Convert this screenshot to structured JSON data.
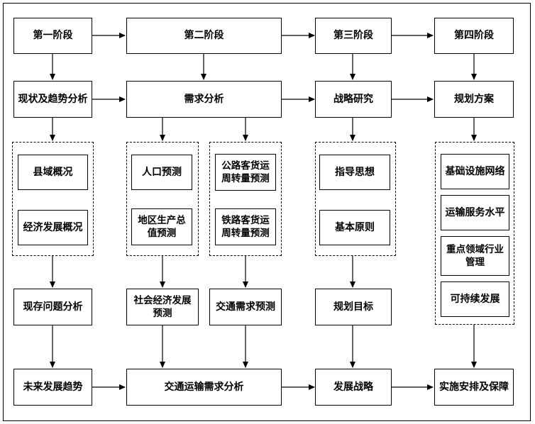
{
  "stages": {
    "s1": "第一阶段",
    "s2": "第二阶段",
    "s3": "第三阶段",
    "s4": "第四阶段"
  },
  "row2": {
    "current_trend": "现状及趋势分析",
    "demand": "需求分析",
    "strategy_study": "战略研究",
    "plan": "规划方案"
  },
  "group1": {
    "county": "县域概况",
    "economy": "经济发展概况"
  },
  "group2": {
    "population": "人口预测",
    "gdp": "地区生产总值预测"
  },
  "group3": {
    "road": "公路客货运周转量预测",
    "rail": "铁路客货运周转量预测"
  },
  "group4": {
    "guiding": "指导思想",
    "principle": "基本原则"
  },
  "group5": {
    "infrastructure": "基础设施网络",
    "service": "运输服务水平",
    "key_industry": "重点领域行业管理",
    "sustainable": "可持续发展"
  },
  "row4": {
    "problems": "现存问题分析",
    "socio_economic": "社会经济发展预测",
    "traffic_demand": "交通需求预测",
    "goal": "规划目标"
  },
  "row5": {
    "future": "未来发展趋势",
    "transport_demand": "交通运输需求分析",
    "dev_strategy": "发展战略",
    "implementation": "实施安排及保障"
  }
}
